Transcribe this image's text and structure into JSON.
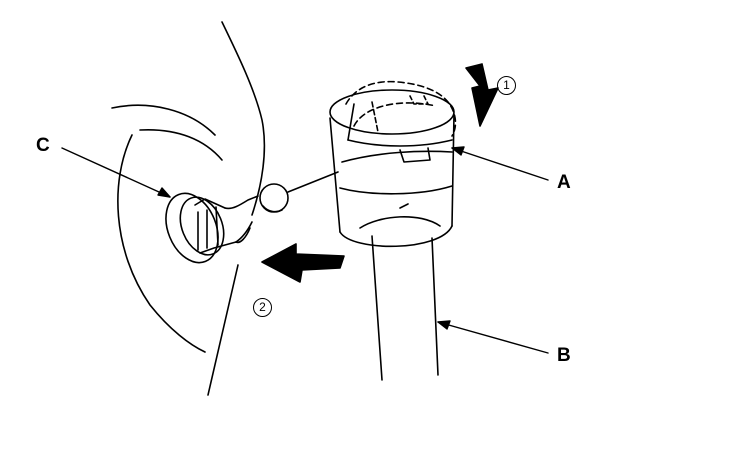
{
  "callouts": {
    "a": "A",
    "b": "B",
    "c": "C"
  },
  "steps": {
    "one": "1",
    "two": "2"
  },
  "colors": {
    "ink": "#000000",
    "paper": "#ffffff"
  }
}
